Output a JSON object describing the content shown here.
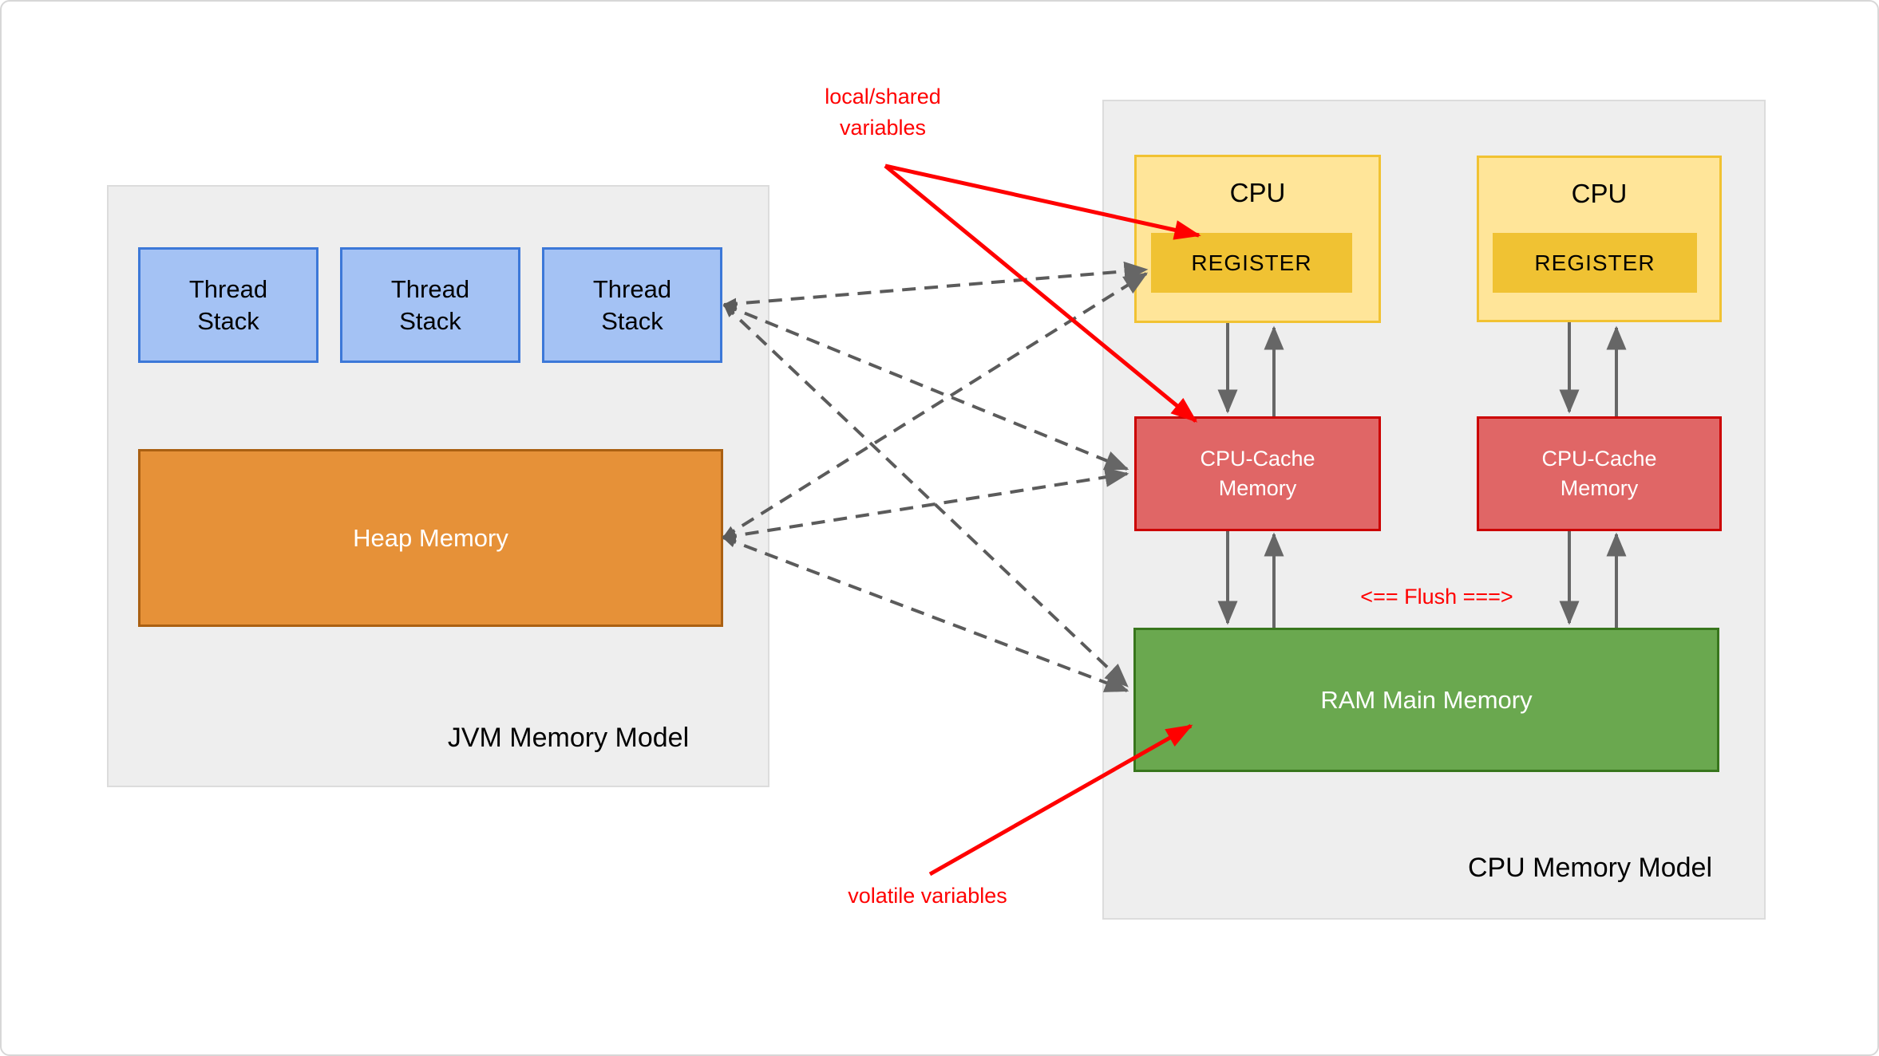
{
  "page": {
    "background": "#ffffff",
    "border_color": "#d7d7d7"
  },
  "jvm_model": {
    "title": "JVM Memory Model",
    "thread_stacks": [
      {
        "label_lines": [
          "Thread",
          "Stack"
        ]
      },
      {
        "label_lines": [
          "Thread",
          "Stack"
        ]
      },
      {
        "label_lines": [
          "Thread",
          "Stack"
        ]
      }
    ],
    "heap": {
      "label": "Heap Memory"
    }
  },
  "cpu_model": {
    "title": "CPU Memory Model",
    "cpus": [
      {
        "label": "CPU",
        "register_label": "REGISTER"
      },
      {
        "label": "CPU",
        "register_label": "REGISTER"
      }
    ],
    "caches": [
      {
        "label_lines": [
          "CPU-Cache",
          "Memory"
        ]
      },
      {
        "label_lines": [
          "CPU-Cache",
          "Memory"
        ]
      }
    ],
    "ram": {
      "label": "RAM Main Memory"
    }
  },
  "annotations": {
    "local_shared": {
      "lines": [
        "local/shared",
        "variables"
      ],
      "color": "#ff0000"
    },
    "volatile": {
      "label": "volatile variables",
      "color": "#ff0000"
    },
    "flush": {
      "label": "<== Flush ===>",
      "color": "#ff0000"
    }
  },
  "colors": {
    "container_fill": "#eeeeee",
    "container_border": "#dcdcdc",
    "thread_stack_fill": "#a4c2f4",
    "thread_stack_border": "#3c78d8",
    "heap_fill": "#e69138",
    "heap_border": "#aa6012",
    "cpu_fill": "#ffe599",
    "cpu_border": "#f1c232",
    "register_fill": "#f0c233",
    "cache_fill": "#e06666",
    "cache_border": "#cc0000",
    "ram_fill": "#6aa84f",
    "ram_border": "#38761d",
    "solid_arrow": "#666666",
    "dashed_arrow": "#5b5b5b",
    "annotation_red": "#ff0000"
  }
}
